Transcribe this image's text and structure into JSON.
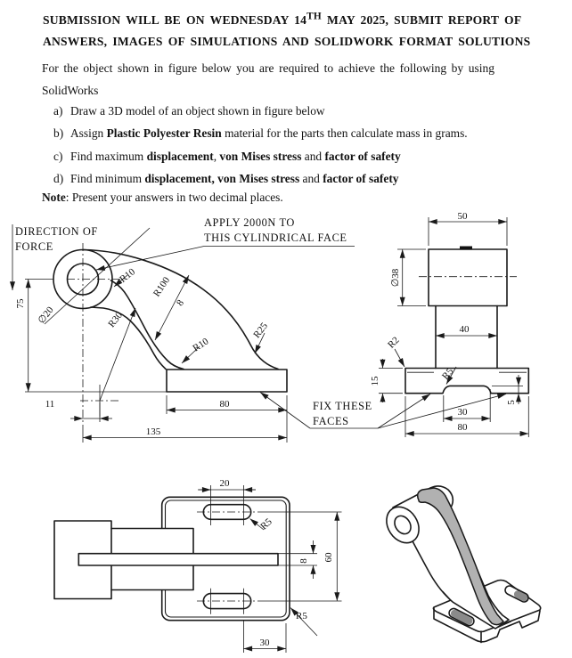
{
  "header": {
    "line1_pre": "SUBMISSION WILL BE ON WEDNESDAY 14",
    "line1_sup": "TH",
    "line1_post": " MAY 2025, SUBMIT REPORT OF",
    "line2": "ANSWERS, IMAGES OF SIMULATIONS AND SOLIDWORK FORMAT SOLUTIONS"
  },
  "intro": {
    "line1": "For the object shown in figure below you are required to achieve the following by using",
    "line2": "SolidWorks"
  },
  "tasks": {
    "a": {
      "label": "a)",
      "text": "Draw a 3D model of an object shown in figure below"
    },
    "b": {
      "label": "b)",
      "pre": "Assign ",
      "bold": "Plastic Polyester Resin",
      "post": " material for the parts then calculate mass in grams."
    },
    "c": {
      "label": "c)",
      "pre": "Find maximum ",
      "bold1": "displacement",
      "sep1": ", ",
      "bold2": "von Mises stress",
      "sep2": " and ",
      "bold3": "factor of safety"
    },
    "d": {
      "label": "d)",
      "pre": "Find minimum ",
      "bold1": "displacement, von Mises stress",
      "sep1": " and ",
      "bold2": "factor of safety"
    }
  },
  "note": {
    "label": "Note",
    "text": ": Present your answers in two decimal places."
  },
  "front_view": {
    "callout_force_1": "DIRECTION OF",
    "callout_force_2": "FORCE",
    "callout_apply_1": "APPLY 2000N TO",
    "callout_apply_2": "THIS CYLINDRICAL FACE",
    "dims": {
      "d75": "75",
      "dia20": "∅20",
      "r10a": "R10",
      "r100": "R100",
      "d8": "8",
      "r30": "R30",
      "r10b": "R10",
      "r25": "R25",
      "d11": "11",
      "d80": "80",
      "d135": "135"
    }
  },
  "side_view": {
    "callout_fix_1": "FIX THESE",
    "callout_fix_2": "FACES",
    "dims": {
      "d50": "50",
      "dia38": "∅38",
      "d40": "40",
      "d15": "15",
      "r2": "R2",
      "r5": "R5",
      "d5": "5",
      "d30": "30",
      "d80": "80"
    }
  },
  "top_view": {
    "dims": {
      "d20": "20",
      "r5_slot": "R5",
      "d8": "8",
      "d60": "60",
      "d30": "30",
      "r5_corner": "R5"
    }
  },
  "colors": {
    "line": "#1a1a1a",
    "web_shade": "#b1b1b1",
    "slot_shade": "#8a8a8a"
  }
}
